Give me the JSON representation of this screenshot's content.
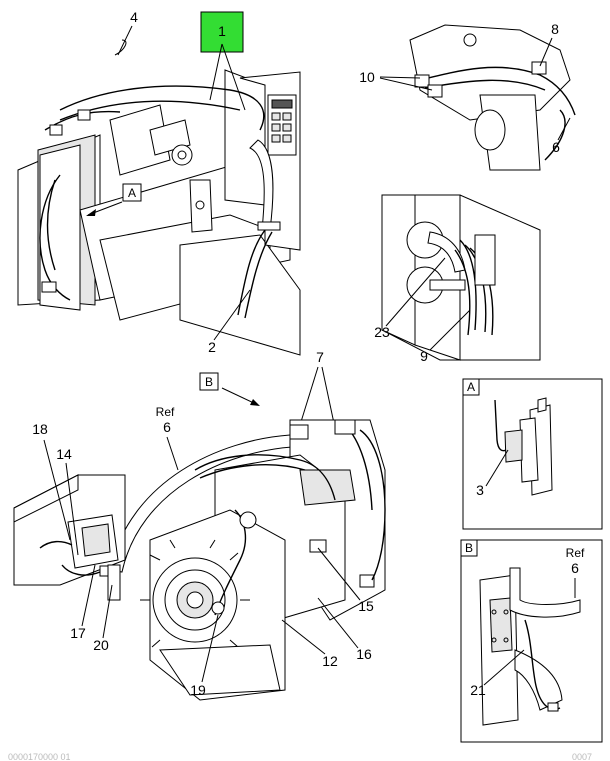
{
  "callouts": {
    "c1": "1",
    "c2": "2",
    "c3": "3",
    "c4": "4",
    "c6a": "6",
    "c6b": "6",
    "c6c": "6",
    "c7": "7",
    "c8": "8",
    "c9": "9",
    "c10": "10",
    "c12": "12",
    "c14": "14",
    "c15": "15",
    "c16": "16",
    "c17": "17",
    "c18": "18",
    "c19": "19",
    "c20": "20",
    "c21": "21",
    "c23": "23"
  },
  "ref_labels": {
    "ref_b": "Ref",
    "ref_main": "Ref"
  },
  "view_labels": {
    "a_arrow": "A",
    "b_arrow": "B",
    "a_box": "A",
    "b_box": "B"
  },
  "footer": {
    "left": "0000170000 01",
    "right": "0007"
  },
  "colors": {
    "highlight": "#33dd33",
    "line": "#000000",
    "background": "#ffffff"
  }
}
